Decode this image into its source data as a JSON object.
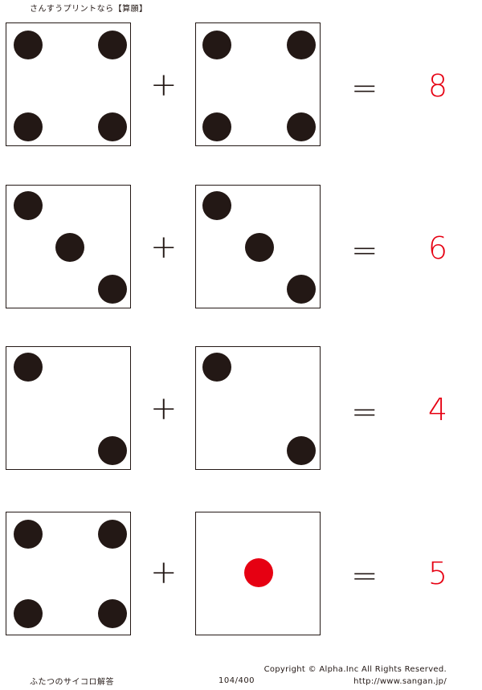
{
  "header": {
    "title": "さんすうプリントなら【算願】"
  },
  "problems": [
    {
      "left_pips": 4,
      "right_pips": 4,
      "plus": "+",
      "equals": "=",
      "answer": "8"
    },
    {
      "left_pips": 3,
      "right_pips": 3,
      "plus": "+",
      "equals": "=",
      "answer": "6"
    },
    {
      "left_pips": 2,
      "right_pips": 2,
      "plus": "+",
      "equals": "=",
      "answer": "4"
    },
    {
      "left_pips": 4,
      "right_pips": 1,
      "plus": "+",
      "equals": "=",
      "answer": "5"
    }
  ],
  "colors": {
    "ink": "#231815",
    "answer": "#e60012",
    "single_pip": "#e60012"
  },
  "footer": {
    "worksheet_name": "ふたつのサイコロ解答",
    "page": "104/400",
    "copyright": "Copyright ©  Alpha.Inc All Rights Reserved.",
    "url": "http://www.sangan.jp/"
  }
}
